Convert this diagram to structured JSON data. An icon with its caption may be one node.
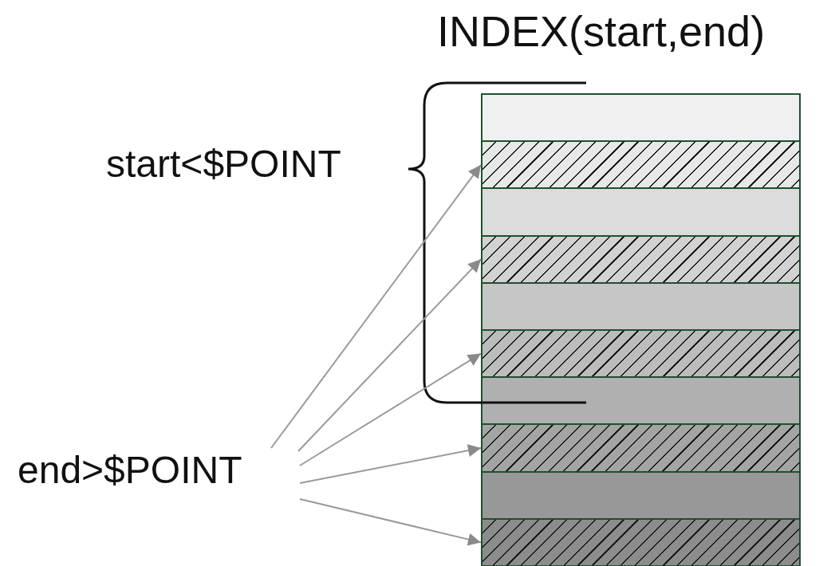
{
  "diagram": {
    "nodes": [
      {
        "text": [
          "end>$POINT"
        ]
      },
      {
        "text": [],
        "shape": "bar"
      },
      {
        "text": [],
        "shape": "bar"
      },
      {
        "text": [],
        "shape": "bar"
      },
      {
        "text": [],
        "shape": "bar"
      },
      {
        "text": [],
        "shape": "bar"
      },
      {
        "text": [],
        "shape": "bar"
      },
      {
        "text": [],
        "shape": "bar"
      },
      {
        "text": [],
        "shape": "bar"
      },
      {
        "text": [],
        "shape": "bar"
      },
      {
        "text": [],
        "shape": "bar"
      }
    ],
    "edges": [
      {
        "from": 0,
        "to": 2,
        "arrow": "to"
      },
      {
        "from": 0,
        "to": 4,
        "arrow": "to"
      },
      {
        "from": 0,
        "to": 6,
        "arrow": "to"
      },
      {
        "from": 0,
        "to": 8,
        "arrow": "to"
      },
      {
        "from": 0,
        "to": 10,
        "arrow": "to"
      }
    ],
    "labels": [
      "INDEX(start,end)",
      "start<$POINT"
    ]
  }
}
